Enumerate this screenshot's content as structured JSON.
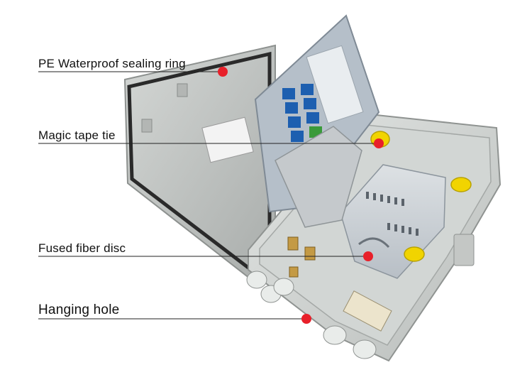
{
  "callouts": [
    {
      "id": "pe-ring",
      "label": "PE Waterproof sealing ring"
    },
    {
      "id": "magic-tape",
      "label": "Magic tape tie"
    },
    {
      "id": "fiber-disc",
      "label": "Fused fiber disc"
    },
    {
      "id": "hanging-hole",
      "label": "Hanging hole"
    }
  ],
  "colors": {
    "marker": "#e8202a",
    "leader_line": "#222222",
    "housing": "#c9ccca",
    "tape": "#f1d400",
    "adapter": "#1d5fb0"
  }
}
